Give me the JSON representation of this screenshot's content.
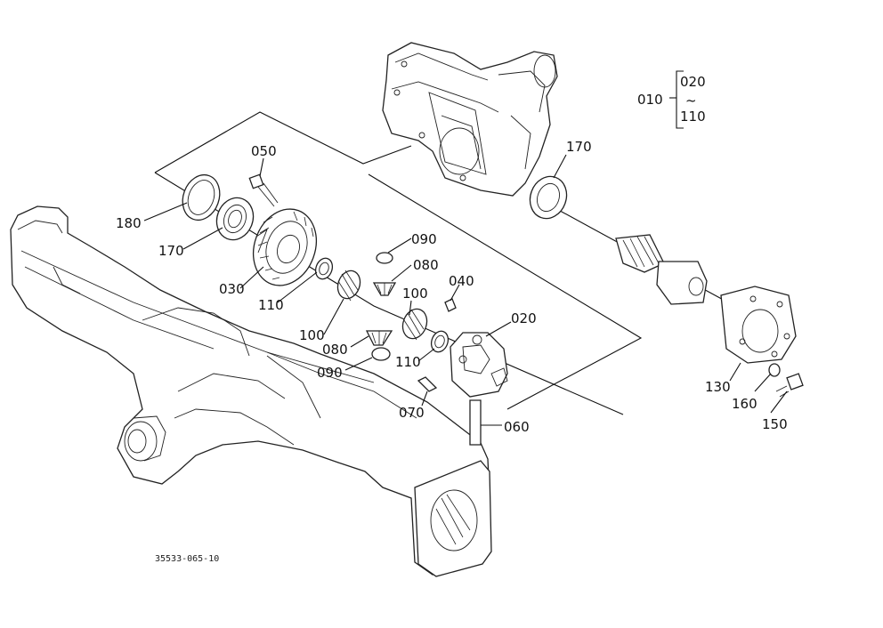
{
  "colors": {
    "ink": "#111111",
    "paper": "#ffffff"
  },
  "drawing_code": "35533-065-10",
  "group": {
    "main": "010",
    "from": "020",
    "tilde": "~",
    "to": "110"
  },
  "callouts": {
    "c050": "050",
    "c180": "180",
    "c170a": "170",
    "c030": "030",
    "c110a": "110",
    "c100a": "100",
    "c090a": "090",
    "c080a": "080",
    "c040": "040",
    "c100b": "100",
    "c020": "020",
    "c080b": "080",
    "c090b": "090",
    "c110b": "110",
    "c070": "070",
    "c060": "060",
    "c170b": "170",
    "c130": "130",
    "c160": "160",
    "c150": "150"
  }
}
